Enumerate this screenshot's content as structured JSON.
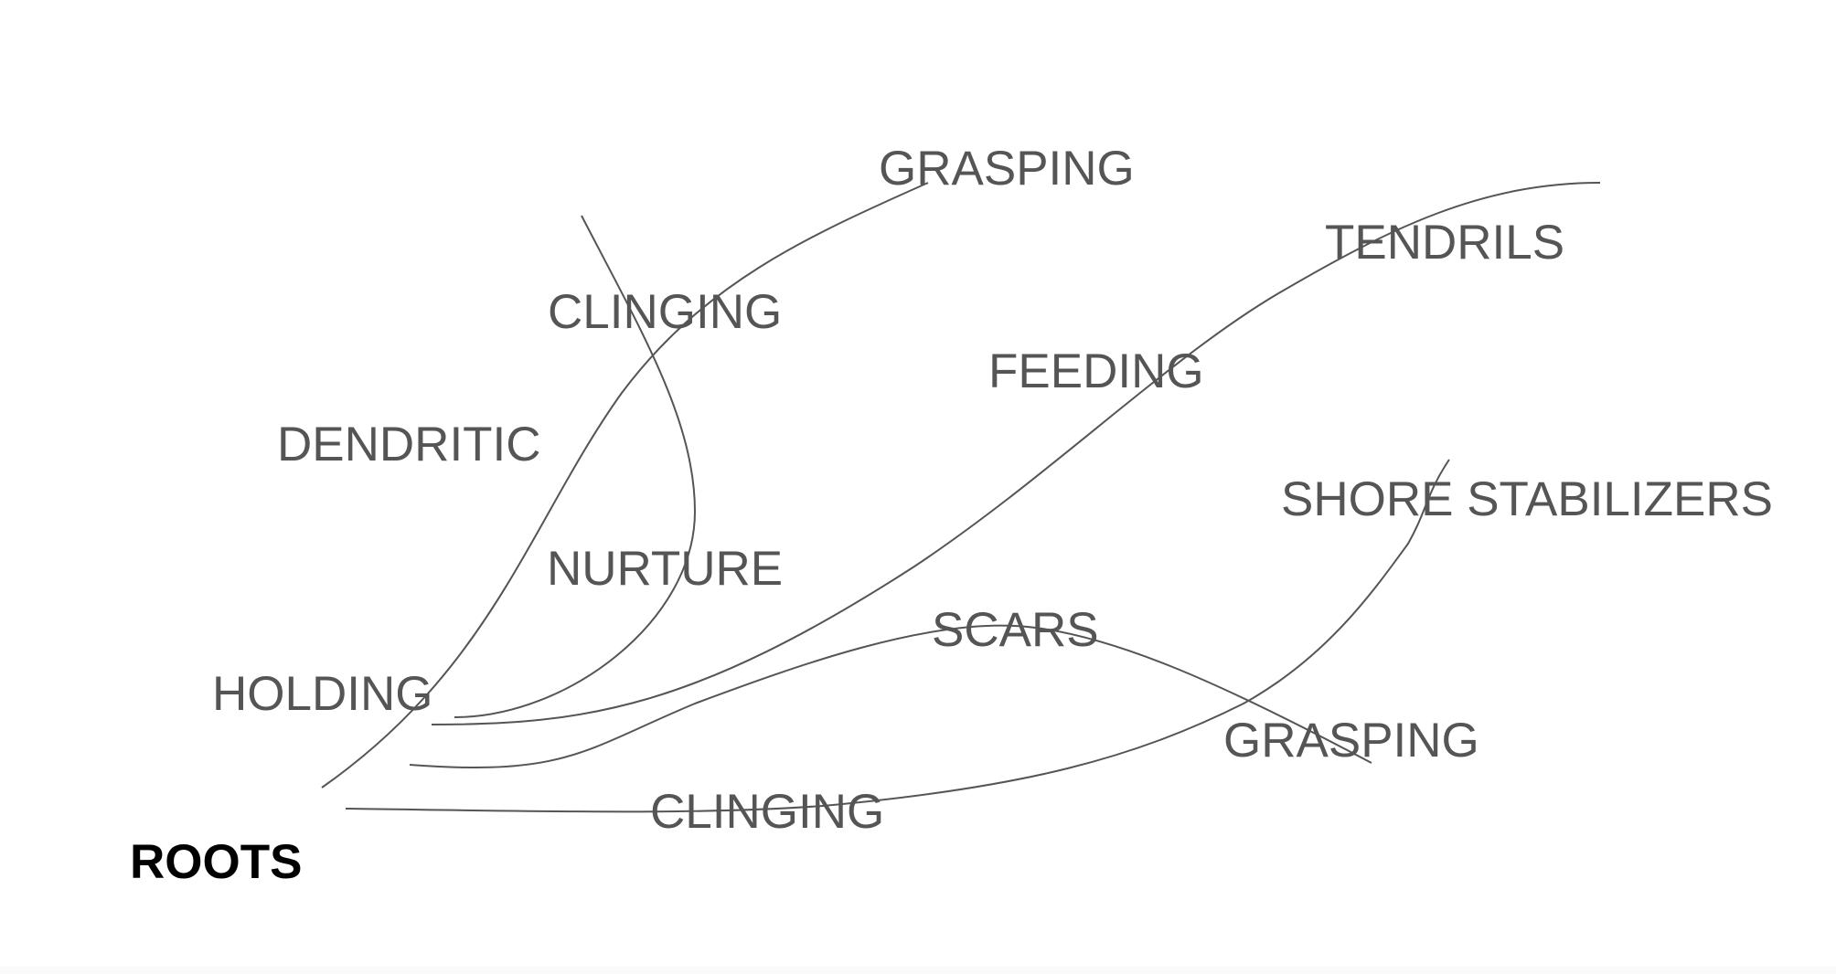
{
  "diagram": {
    "root_label": "ROOTS",
    "labels": {
      "grasping_top": "GRASPING",
      "tendrils": "TENDRILS",
      "clinging_top": "CLINGING",
      "feeding": "FEEDING",
      "dendritic": "DENDRITIC",
      "shore_stabilizers": "SHORE STABILIZERS",
      "nurture": "NURTURE",
      "scars": "SCARS",
      "holding": "HOLDING",
      "grasping_bottom": "GRASPING",
      "clinging_bottom": "CLINGING"
    },
    "colors": {
      "line": "#555555",
      "label": "#555555",
      "root_label": "#000000",
      "background": "#ffffff"
    }
  }
}
